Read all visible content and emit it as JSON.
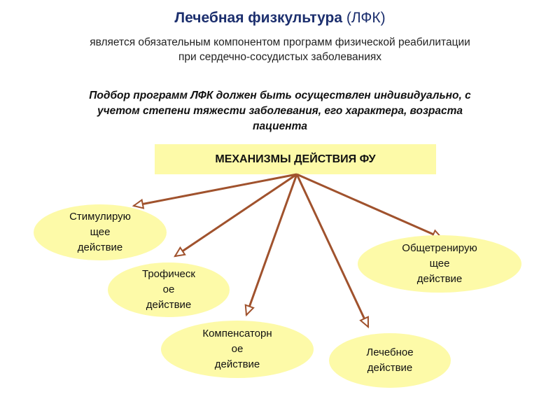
{
  "title": {
    "main": "Лечебная физкультура",
    "paren": "(ЛФК)"
  },
  "subtitle": [
    "является обязательным компонентом программ физической реабилитации",
    "при сердечно-сосудистых заболеваниях"
  ],
  "note": [
    "Подбор программ ЛФК должен быть осуществлен индивидуально, с",
    "учетом степени тяжести заболевания, его характера, возраста",
    "пациента"
  ],
  "header": "МЕХАНИЗМЫ ДЕЙСТВИЯ ФУ",
  "nodes": [
    {
      "id": "stimulating",
      "text": "Стимулирую\nщее\nдействие"
    },
    {
      "id": "trophic",
      "text": "Трофическ\nое\nдействие"
    },
    {
      "id": "compensatory",
      "text": "Компенсаторн\nое\nдействие"
    },
    {
      "id": "therapeutic",
      "text": "Лечебное\nдействие"
    },
    {
      "id": "general-training",
      "text": "Общетренирую\nщее\nдействие"
    }
  ],
  "colors": {
    "box_fill": "#fdfaa8",
    "arrow": "#a0522d",
    "title": "#1c2f6e"
  }
}
